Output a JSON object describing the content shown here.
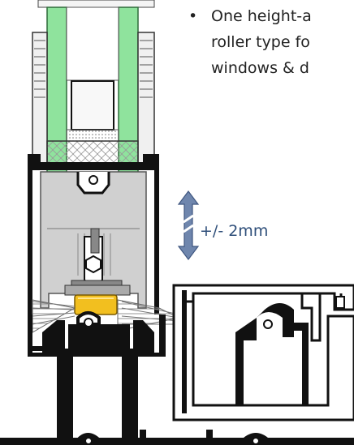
{
  "bullet": {
    "marker": "•",
    "lines": [
      "One height-a",
      "roller type fo",
      "windows & d"
    ]
  },
  "adjustment": {
    "label": "+/- 2mm"
  },
  "colors": {
    "glass": "#8fe39d",
    "profile": "#111111",
    "insert": "#d0d0d0",
    "roller": "#f2bf1f",
    "arrow": "#6f86ad",
    "label": "#2f4f7a"
  },
  "icons": [
    "up-down-arrow-icon",
    "hex-screw-icon"
  ]
}
